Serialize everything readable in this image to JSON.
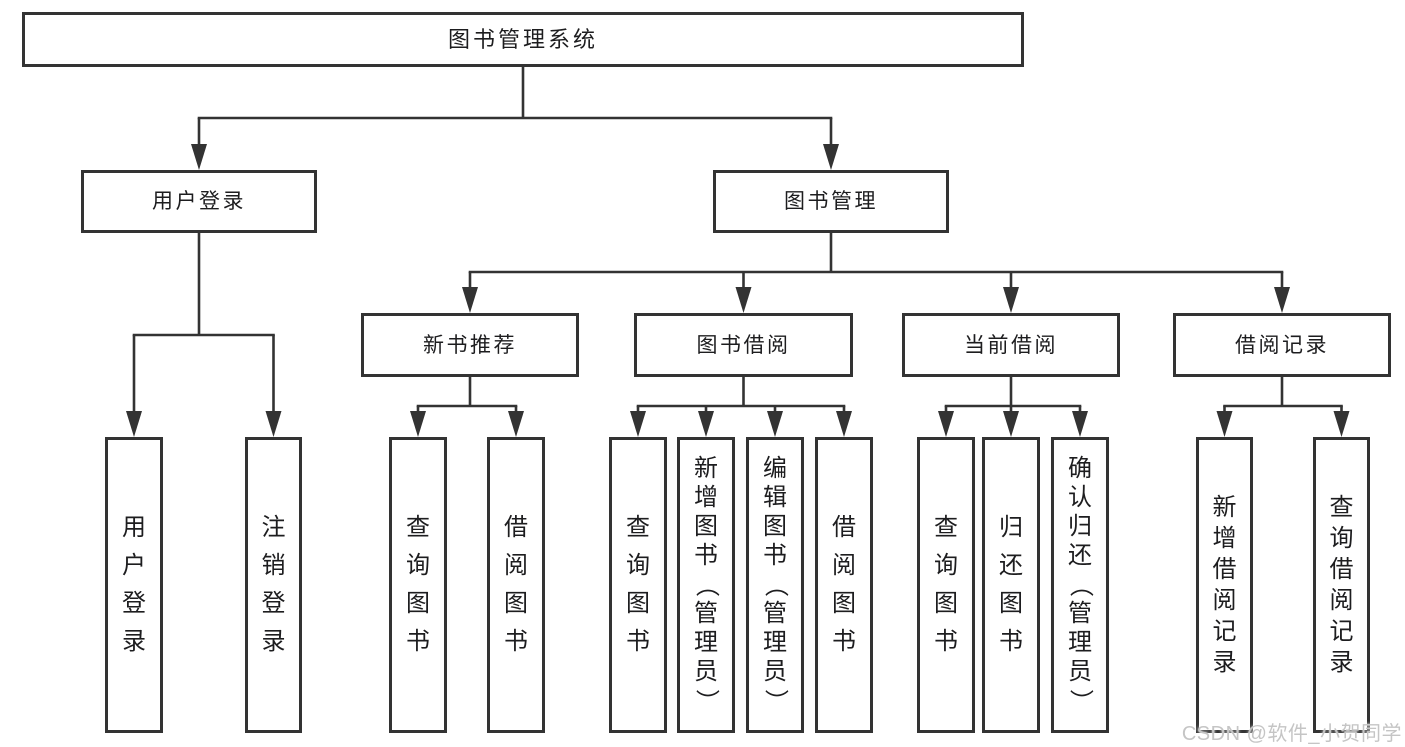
{
  "colors": {
    "line": "#333333",
    "box_border": "#333333",
    "box_fill": "#ffffff",
    "text": "#1d1d1f",
    "watermark": "#c5c5c5",
    "background": "#ffffff"
  },
  "watermark": {
    "text": "CSDN @软件_小贺同学"
  },
  "nodes": [
    {
      "id": "root",
      "label": "图书管理系统",
      "parent": null,
      "orientation": "horizontal"
    },
    {
      "id": "user-login",
      "label": "用户登录",
      "parent": "root",
      "orientation": "horizontal"
    },
    {
      "id": "book-mgmt",
      "label": "图书管理",
      "parent": "root",
      "orientation": "horizontal"
    },
    {
      "id": "new-book-rec",
      "label": "新书推荐",
      "parent": "book-mgmt",
      "orientation": "horizontal"
    },
    {
      "id": "book-borrowing",
      "label": "图书借阅",
      "parent": "book-mgmt",
      "orientation": "horizontal"
    },
    {
      "id": "current-borrowing",
      "label": "当前借阅",
      "parent": "book-mgmt",
      "orientation": "horizontal"
    },
    {
      "id": "borrow-records",
      "label": "借阅记录",
      "parent": "book-mgmt",
      "orientation": "horizontal"
    },
    {
      "id": "leaf-user-login",
      "label": "用户登录",
      "parent": "user-login",
      "orientation": "vertical"
    },
    {
      "id": "leaf-logout",
      "label": "注销登录",
      "parent": "user-login",
      "orientation": "vertical"
    },
    {
      "id": "leaf-query-books-1",
      "label": "查询图书",
      "parent": "new-book-rec",
      "orientation": "vertical"
    },
    {
      "id": "leaf-borrow-books-1",
      "label": "借阅图书",
      "parent": "new-book-rec",
      "orientation": "vertical"
    },
    {
      "id": "leaf-query-books-2",
      "label": "查询图书",
      "parent": "book-borrowing",
      "orientation": "vertical"
    },
    {
      "id": "leaf-add-books",
      "label": "新增图书（管理员）",
      "parent": "book-borrowing",
      "orientation": "vertical"
    },
    {
      "id": "leaf-edit-books",
      "label": "编辑图书（管理员）",
      "parent": "book-borrowing",
      "orientation": "vertical"
    },
    {
      "id": "leaf-borrow-books-2",
      "label": "借阅图书",
      "parent": "book-borrowing",
      "orientation": "vertical"
    },
    {
      "id": "leaf-query-books-3",
      "label": "查询图书",
      "parent": "current-borrowing",
      "orientation": "vertical"
    },
    {
      "id": "leaf-return-books",
      "label": "归还图书",
      "parent": "current-borrowing",
      "orientation": "vertical"
    },
    {
      "id": "leaf-confirm-return",
      "label": "确认归还（管理员）",
      "parent": "current-borrowing",
      "orientation": "vertical"
    },
    {
      "id": "leaf-add-borrow-record",
      "label": "新增借阅记录",
      "parent": "borrow-records",
      "orientation": "vertical"
    },
    {
      "id": "leaf-query-borrow-record",
      "label": "查询借阅记录",
      "parent": "borrow-records",
      "orientation": "vertical"
    }
  ]
}
